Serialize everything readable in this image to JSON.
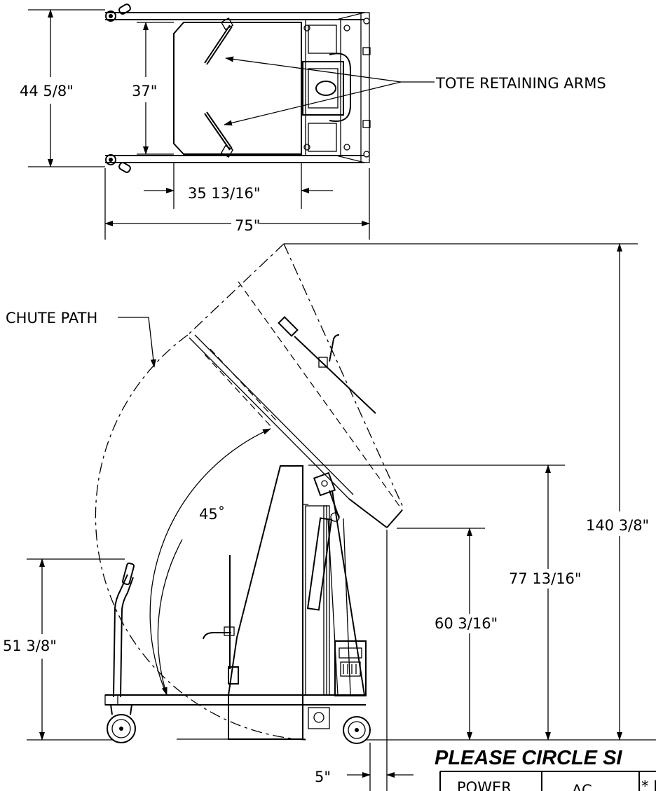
{
  "dimensions": {
    "top_height_outer": "44 5/8\"",
    "top_height_inner": "37\"",
    "top_inner_width": "35 13/16\"",
    "top_overall_width": "75\"",
    "side_total_height": "140 3/8\"",
    "side_top_height": "77 13/16\"",
    "side_discharge_height": "60 3/16\"",
    "side_handle_height": "51 3/8\"",
    "side_offset": "5\"",
    "dump_angle": "45˚"
  },
  "callouts": {
    "tote_arms": "TOTE RETAINING ARMS",
    "chute_path": "CHUTE PATH"
  },
  "spec_table": {
    "title": "PLEASE CIRCLE SI",
    "row_label": "POWER",
    "col_ac": "AC",
    "col_next": "* I"
  }
}
